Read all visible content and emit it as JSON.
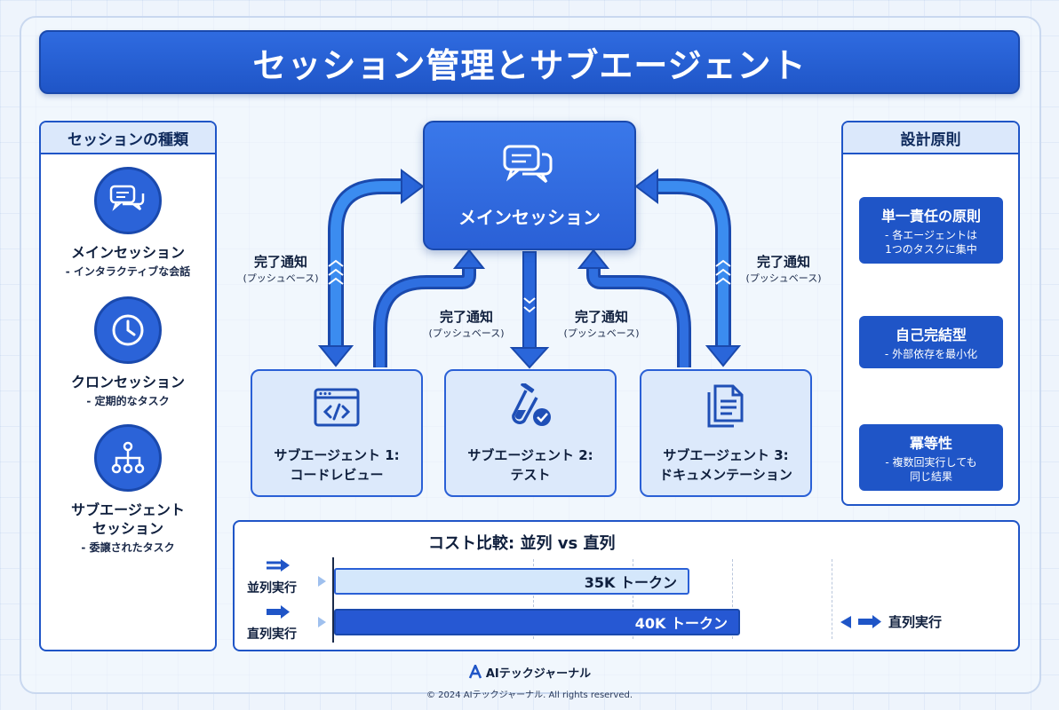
{
  "title": "セッション管理とサブエージェント",
  "session_types": {
    "heading": "セッションの種類",
    "items": [
      {
        "name": "メインセッション",
        "desc": "- インタラクティブな会話",
        "icon": "chat-icon"
      },
      {
        "name": "クロンセッション",
        "desc": "- 定期的なタスク",
        "icon": "clock-icon"
      },
      {
        "name": "サブエージェント セッション",
        "name_line1": "サブエージェント",
        "name_line2": "セッション",
        "desc": "- 委譲されたタスク",
        "icon": "hierarchy-icon"
      }
    ]
  },
  "main_session": {
    "label": "メインセッション",
    "icon": "chat-icon"
  },
  "notification": {
    "title": "完了通知",
    "sub": "(プッシュベース)"
  },
  "agents": [
    {
      "line1": "サブエージェント 1:",
      "line2": "コードレビュー",
      "icon": "code-window-icon"
    },
    {
      "line1": "サブエージェント 2:",
      "line2": "テスト",
      "icon": "test-tube-icon"
    },
    {
      "line1": "サブエージェント 3:",
      "line2": "ドキュメンテーション",
      "icon": "document-icon"
    }
  ],
  "principles": {
    "heading": "設計原則",
    "items": [
      {
        "title": "単一責任の原則",
        "desc1": "- 各エージェントは",
        "desc2": "1つのタスクに集中"
      },
      {
        "title": "自己完結型",
        "desc1": "- 外部依存を最小化",
        "desc2": ""
      },
      {
        "title": "冪等性",
        "desc1": "- 複数回実行しても",
        "desc2": "同じ結果"
      }
    ]
  },
  "cost": {
    "title": "コスト比較: 並列 vs 直列",
    "parallel_label": "並列実行",
    "serial_label": "直列実行",
    "parallel_bar_text": "35K トークン",
    "serial_bar_text": "40K トークン",
    "serial_side_label": "直列実行"
  },
  "chart_data": {
    "type": "bar",
    "categories": [
      "並列実行",
      "直列実行"
    ],
    "values": [
      35,
      40
    ],
    "title": "コスト比較: 並列 vs 直列",
    "ylabel": "",
    "xlim": [
      0,
      56
    ]
  },
  "footer": {
    "brand": "AIテックジャーナル",
    "copyright": "© 2024 AIテックジャーナル. All rights reserved."
  },
  "colors": {
    "primary": "#1f55c7",
    "light": "#dce9fb",
    "bg": "#eef4fc"
  }
}
